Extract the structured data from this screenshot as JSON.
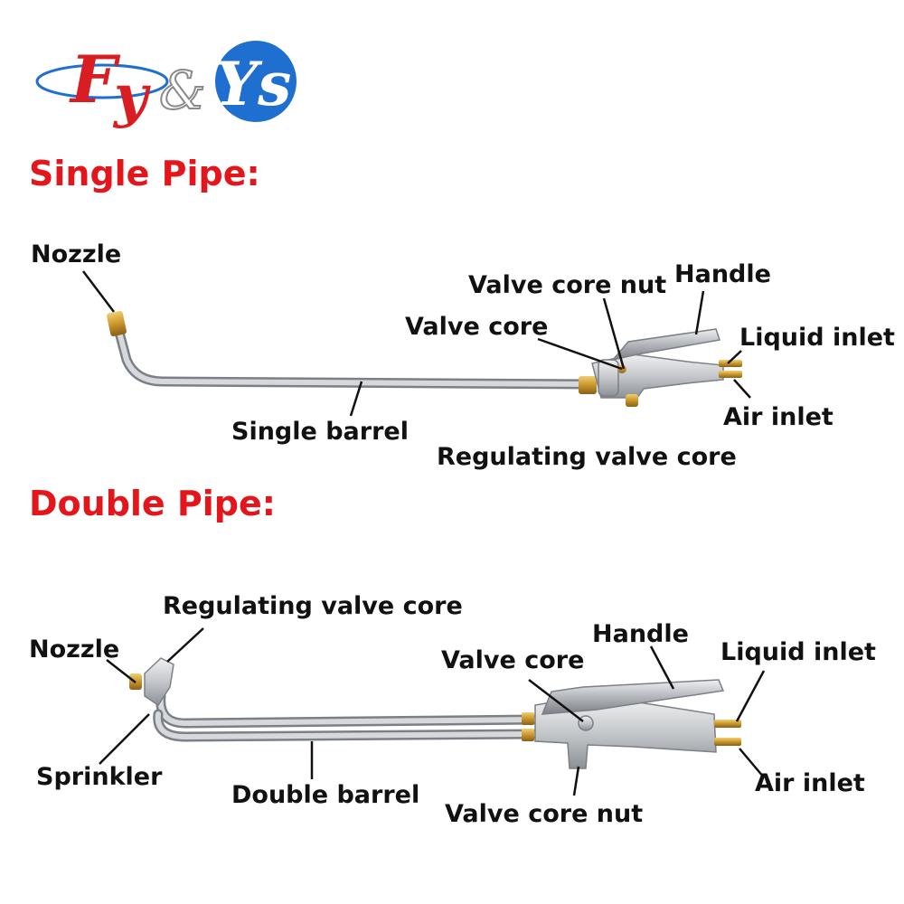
{
  "logo": {
    "text": "Fy&Ys",
    "colors": {
      "red": "#d81e22",
      "blue": "#1e6fd0",
      "gray": "#8a8a8a"
    }
  },
  "single": {
    "title": "Single Pipe:",
    "labels": {
      "nozzle": "Nozzle",
      "valve_core_nut": "Valve core nut",
      "handle": "Handle",
      "valve_core": "Valve core",
      "liquid_inlet": "Liquid inlet",
      "air_inlet": "Air inlet",
      "single_barrel": "Single barrel",
      "regulating_valve_core": "Regulating valve core"
    }
  },
  "double": {
    "title": "Double Pipe:",
    "labels": {
      "regulating_valve_core": "Regulating valve core",
      "nozzle": "Nozzle",
      "handle": "Handle",
      "valve_core": "Valve core",
      "liquid_inlet": "Liquid inlet",
      "sprinkler": "Sprinkler",
      "double_barrel": "Double barrel",
      "air_inlet": "Air inlet",
      "valve_core_nut": "Valve core nut"
    }
  },
  "colors": {
    "title_red": "#e3161b",
    "label": "#111111",
    "metal": "#bfc3c7",
    "brass": "#c9962b"
  }
}
